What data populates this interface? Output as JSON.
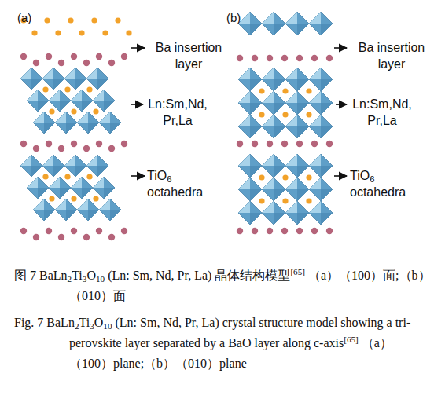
{
  "diagram": {
    "caption": "图 7   BaLn2Ti3O10 (Ln: Sm, Nd, Pr, La) 晶体结构模型[65] （a）（100）面;（b）（010）面",
    "labels": [
      "(a)",
      "Ba insertion layer",
      "Ln:Sm,Nd, Pr,La",
      "TiO6 octahedra",
      "(b)",
      "Ba insertion layer",
      "Ln:Sm,Nd, Pr,La",
      "TiO6 octahedra",
      "Fig. 7   BaLn2Ti3O10 (Ln: Sm, Nd, Pr, La) crystal structure model showing a tri-perovskite layer separated by a BaO layer along c-axis[65]   （a）（100）plane;（b）（010）plane"
    ]
  }
}
